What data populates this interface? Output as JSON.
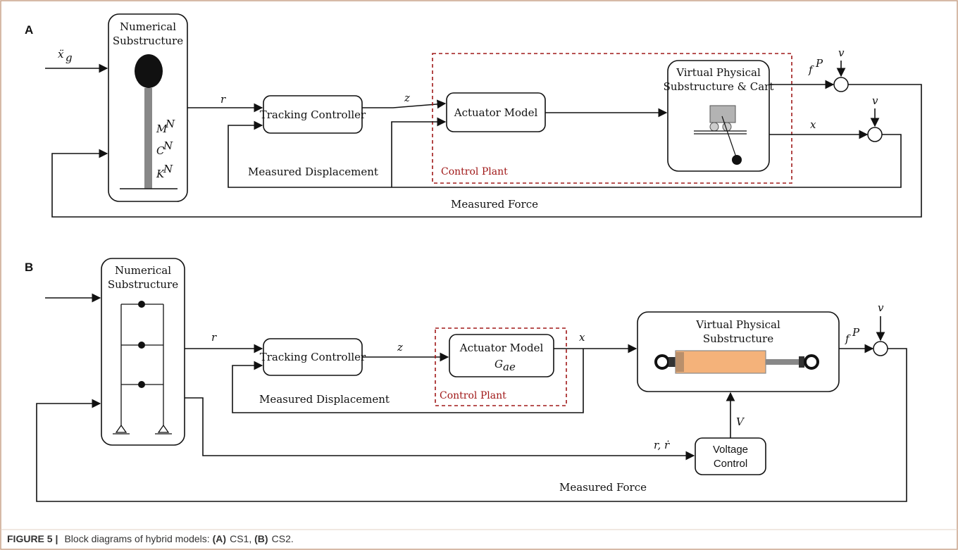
{
  "panel_a": {
    "letter": "A",
    "numerical_line1": "Numerical",
    "numerical_line2": "Substructure",
    "input_label": "ẍ",
    "input_sub": "g",
    "m_label": "M",
    "c_label": "C",
    "k_label": "K",
    "superscript_n": "N",
    "r_label": "r",
    "z_label": "z",
    "tracking": "Tracking Controller",
    "actuator": "Actuator Model",
    "virtual_line1": "Virtual Physical",
    "virtual_line2": "Substructure & Cart",
    "fp_label": "f",
    "fp_sup": "P",
    "x_label": "x",
    "v_label": "v",
    "control_plant": "Control Plant",
    "measured_displacement": "Measured Displacement",
    "measured_force": "Measured Force"
  },
  "panel_b": {
    "letter": "B",
    "numerical_line1": "Numerical",
    "numerical_line2": "Substructure",
    "r_label": "r",
    "z_label": "z",
    "x_label": "x",
    "tracking": "Tracking Controller",
    "actuator_line1": "Actuator Model",
    "gae_label": "G",
    "gae_sub": "ae",
    "control_plant": "Control Plant",
    "virtual_line1": "Virtual Physical",
    "virtual_line2": "Substructure",
    "fp_label": "f",
    "fp_sup": "P",
    "v_label": "v",
    "voltage_v": "V",
    "r_rdot": "r, ṙ",
    "voltage_line1": "Voltage",
    "voltage_line2": "Control",
    "measured_displacement": "Measured Displacement",
    "measured_force": "Measured Force"
  },
  "caption": {
    "label": "FIGURE 5 |",
    "text": "Block diagrams of hybrid models: ",
    "a_tag": "(A)",
    "a_text": " CS1, ",
    "b_tag": "(B)",
    "b_text": " CS2."
  },
  "colors": {
    "line": "#111111",
    "control_plant": "#a01818",
    "frame": "#c9a38a",
    "actuator_body": "#f4b27a"
  }
}
